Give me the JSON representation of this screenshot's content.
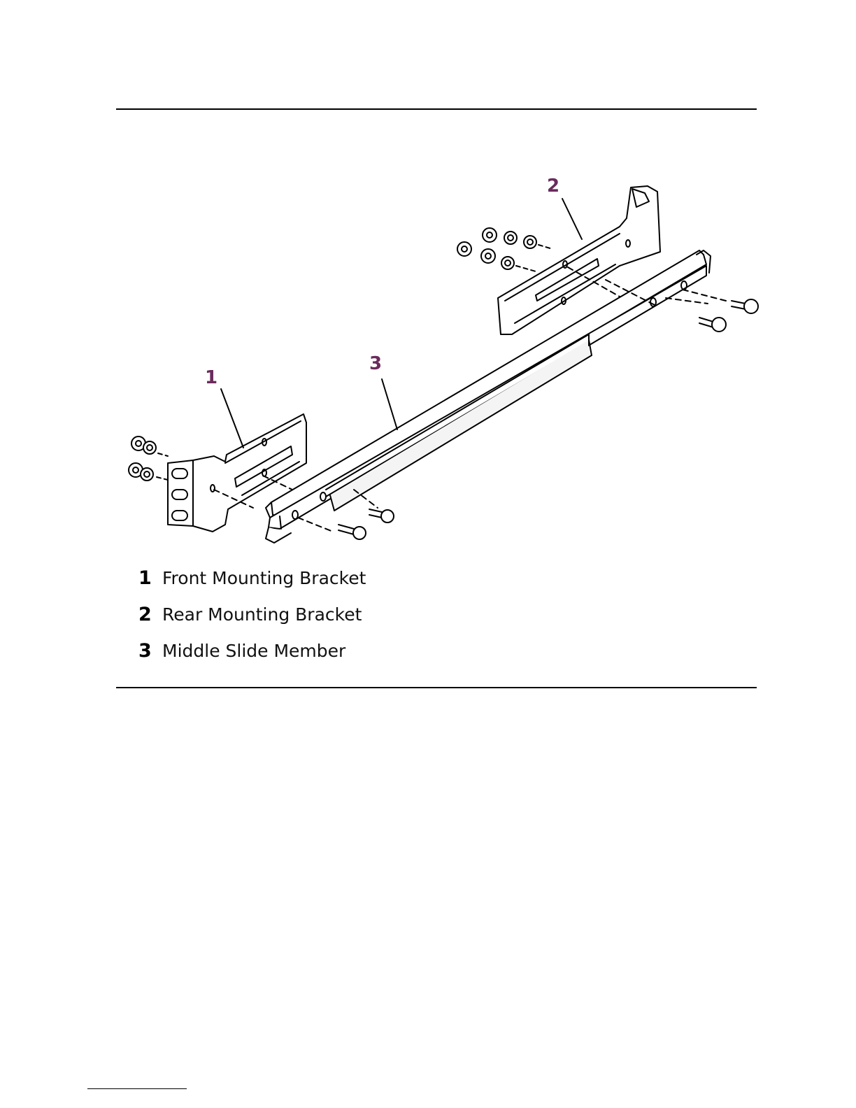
{
  "figure": {
    "callouts": [
      {
        "number": "1",
        "color": "#6b2b5c"
      },
      {
        "number": "2",
        "color": "#6b2b5c"
      },
      {
        "number": "3",
        "color": "#6b2b5c"
      }
    ]
  },
  "legend": [
    {
      "number": "1",
      "label": "Front Mounting Bracket"
    },
    {
      "number": "2",
      "label": "Rear Mounting Bracket"
    },
    {
      "number": "3",
      "label": "Middle Slide Member"
    }
  ]
}
